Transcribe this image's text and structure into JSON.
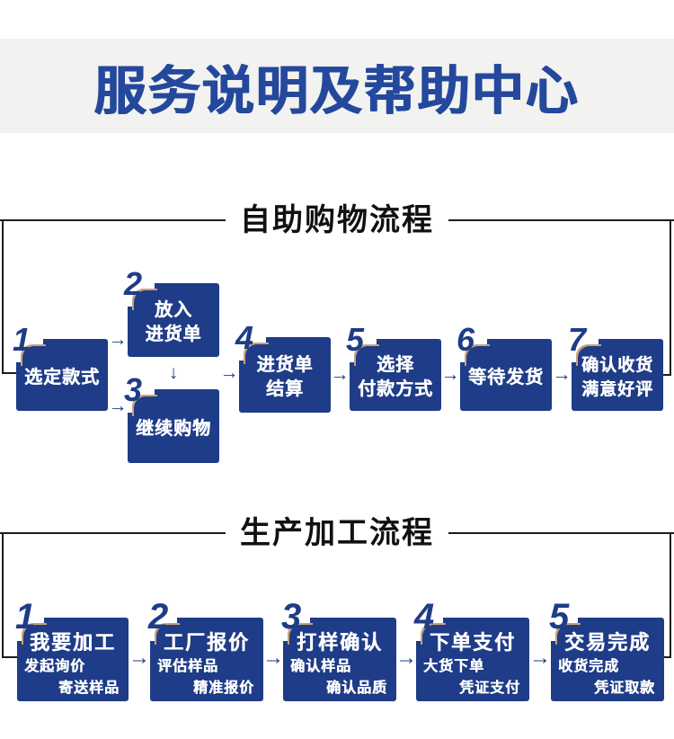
{
  "banner": {
    "title": "服务说明及帮助中心"
  },
  "icons": {
    "arrow_right": "→",
    "arrow_down": "↓"
  },
  "colors": {
    "box_navy": "#1e3c87",
    "banner_text": "#24489c",
    "banner_bg": "#f2f2f1",
    "frame_line": "#1c1c1c",
    "fold_shadow": "#c8a17c",
    "box_text": "#ffffff"
  },
  "sections": [
    {
      "title": "自助购物流程",
      "steps": [
        {
          "num": "1",
          "line1": "选定款式"
        },
        {
          "num": "2",
          "line1": "放入",
          "line2": "进货单"
        },
        {
          "num": "3",
          "line1": "继续购物"
        },
        {
          "num": "4",
          "line1": "进货单",
          "line2": "结算"
        },
        {
          "num": "5",
          "line1": "选择",
          "line2": "付款方式"
        },
        {
          "num": "6",
          "line1": "等待发货"
        },
        {
          "num": "7",
          "line1": "确认收货",
          "line2": "满意好评"
        }
      ]
    },
    {
      "title": "生产加工流程",
      "steps": [
        {
          "num": "1",
          "title": "我要加工",
          "sub_left": "发起询价",
          "sub_right": "寄送样品"
        },
        {
          "num": "2",
          "title": "工厂报价",
          "sub_left": "评估样品",
          "sub_right": "精准报价"
        },
        {
          "num": "3",
          "title": "打样确认",
          "sub_left": "确认样品",
          "sub_right": "确认品质"
        },
        {
          "num": "4",
          "title": "下单支付",
          "sub_left": "大货下单",
          "sub_right": "凭证支付"
        },
        {
          "num": "5",
          "title": "交易完成",
          "sub_left": "收货完成",
          "sub_right": "凭证取款"
        }
      ]
    }
  ]
}
